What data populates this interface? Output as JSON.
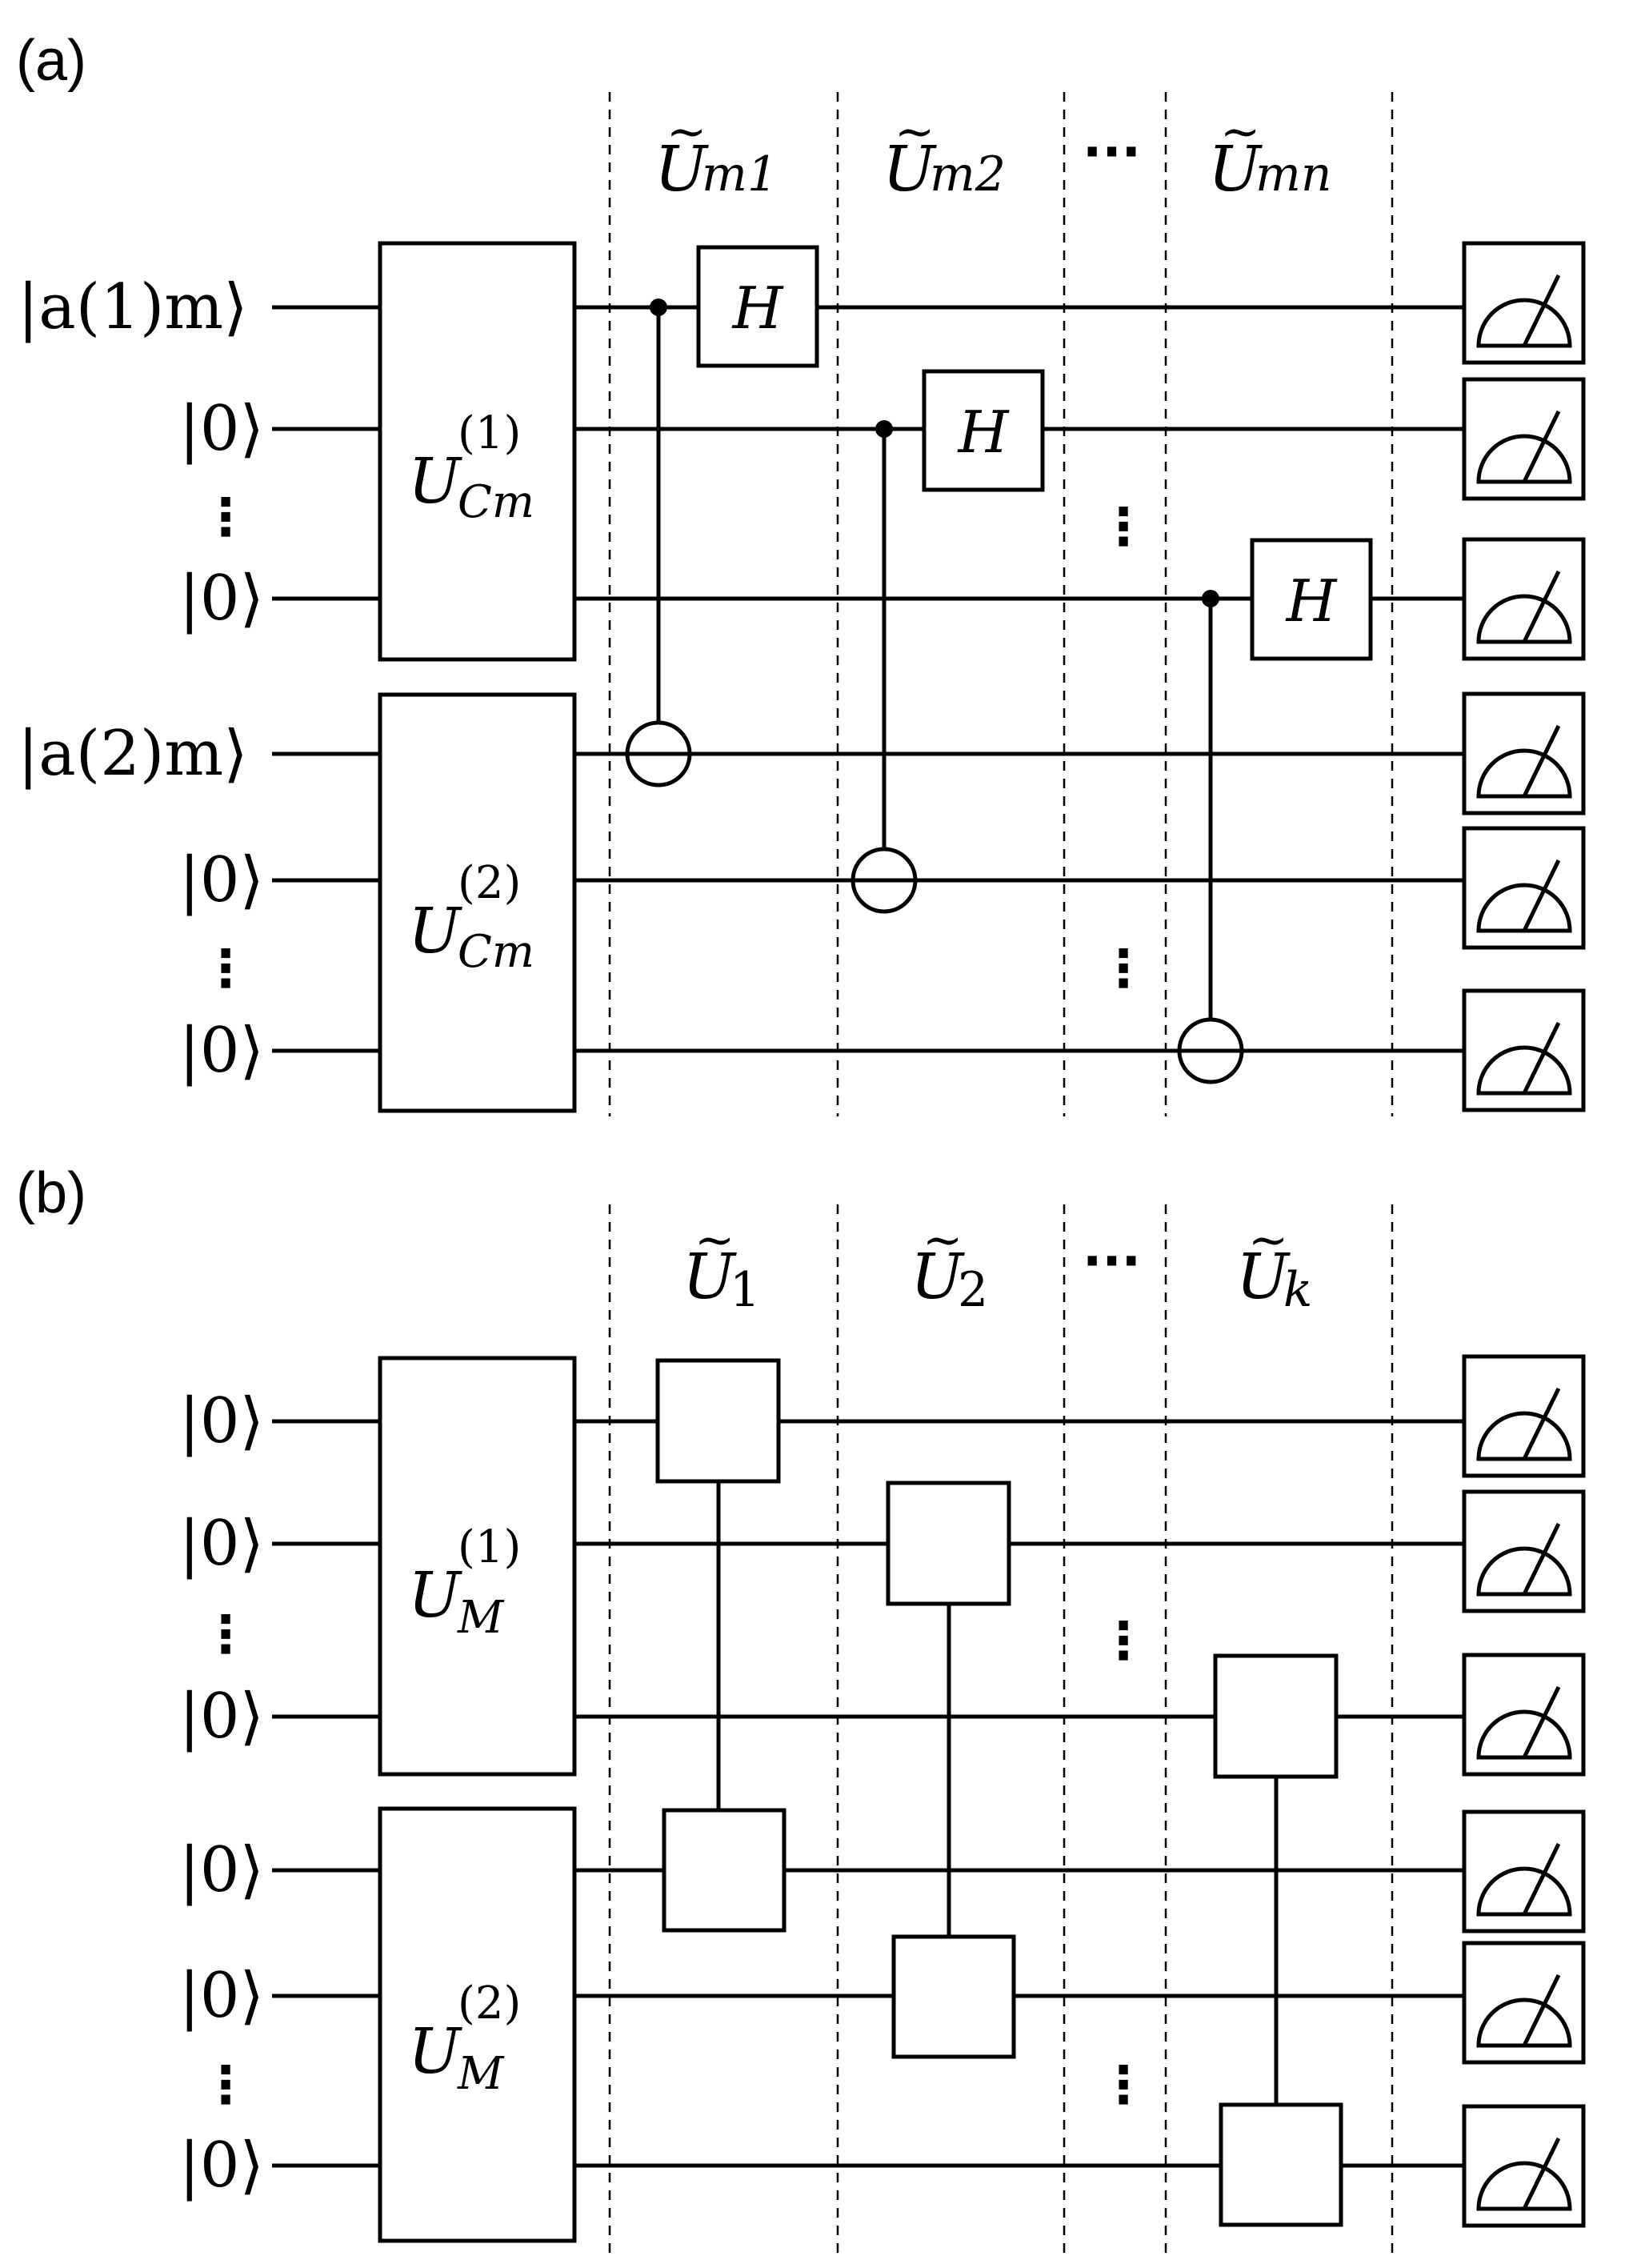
{
  "panels": [
    {
      "label": "(a)",
      "inputs": [
        "|a(1)m⟩",
        "|0⟩",
        "|0⟩",
        "|a(2)m⟩",
        "|0⟩",
        "|0⟩"
      ],
      "blocks": [
        {
          "base": "U",
          "sub": "Cm",
          "sup": "(1)"
        },
        {
          "base": "U",
          "sub": "Cm",
          "sup": "(2)"
        }
      ],
      "stages": [
        {
          "base": "U",
          "tilde": "~",
          "sub": "m1"
        },
        {
          "base": "U",
          "tilde": "~",
          "sub": "m2"
        },
        {
          "ellipsis": "···"
        },
        {
          "base": "U",
          "tilde": "~",
          "sub": "mn"
        }
      ],
      "gate_label": "H",
      "vertical_dots": "⋮"
    },
    {
      "label": "(b)",
      "inputs": [
        "|0⟩",
        "|0⟩",
        "|0⟩",
        "|0⟩",
        "|0⟩",
        "|0⟩"
      ],
      "blocks": [
        {
          "base": "U",
          "sub": "M",
          "sup": "(1)"
        },
        {
          "base": "U",
          "sub": "M",
          "sup": "(2)"
        }
      ],
      "stages": [
        {
          "base": "U",
          "tilde": "~",
          "sub": "1"
        },
        {
          "base": "U",
          "tilde": "~",
          "sub": "2"
        },
        {
          "ellipsis": "···"
        },
        {
          "base": "U",
          "tilde": "~",
          "sub": "k"
        }
      ],
      "vertical_dots": "⋮"
    }
  ]
}
